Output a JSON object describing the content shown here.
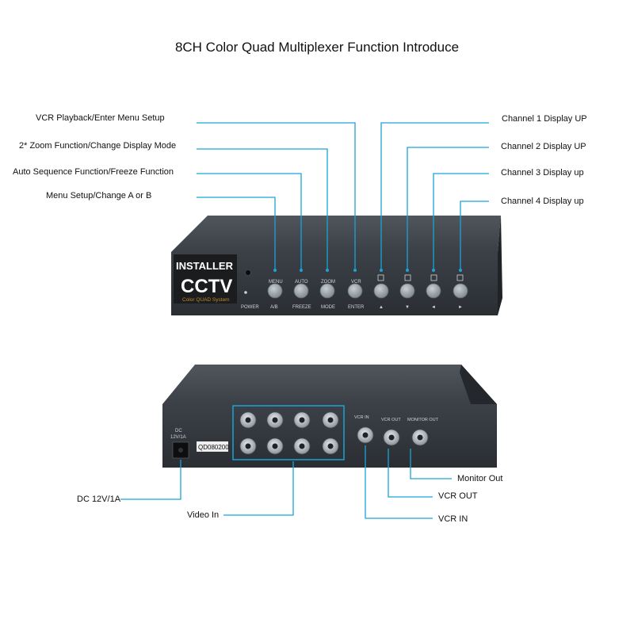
{
  "title": "8CH Color Quad Multiplexer Function Introduce",
  "front_callouts_left": [
    "VCR Playback/Enter Menu Setup",
    "2* Zoom Function/Change Display Mode",
    "Auto Sequence Function/Freeze Function",
    "Menu Setup/Change A or B"
  ],
  "front_callouts_right": [
    "Channel 1 Display UP",
    "Channel 2 Display UP",
    "Channel 3 Display up",
    "Channel 4 Display up"
  ],
  "front_panel": {
    "logo_top": "INSTALLER",
    "logo_bottom": "CCTV",
    "logo_sub": "Color QUAD System",
    "power_label": "POWER",
    "buttons_top": [
      "MENU",
      "AUTO",
      "ZOOM",
      "VCR"
    ],
    "buttons_bottom": [
      "A/B",
      "FREEZE",
      "MODE",
      "ENTER",
      "▲",
      "▼",
      "◄",
      "►"
    ]
  },
  "back_panel": {
    "dc_label_1": "DC",
    "dc_label_2": "12V/1A",
    "serial_sticker": "QD080200",
    "vcr_in_label": "VCR IN",
    "vcr_out_label": "VCR OUT",
    "monitor_out_label": "MONITOR OUT"
  },
  "back_callouts": {
    "monitor_out": "Monitor Out",
    "vcr_out": "VCR OUT",
    "vcr_in": "VCR IN",
    "dc": "DC 12V/1A",
    "video_in": "Video In"
  },
  "colors": {
    "callout_line": "#1aa3d6",
    "device_body": "#2f3338",
    "device_face": "#3a3f45",
    "button_fill": "#9aa2a8"
  }
}
